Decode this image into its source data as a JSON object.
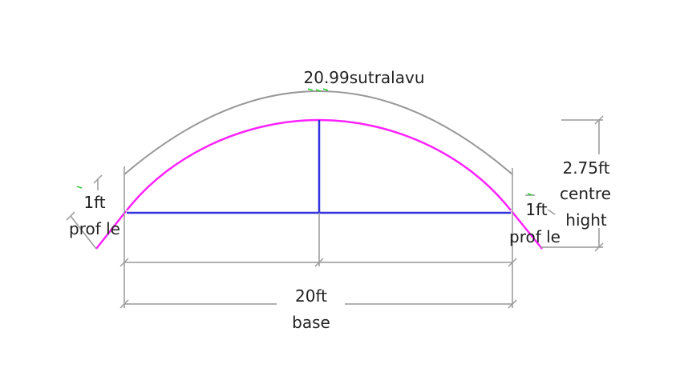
{
  "labels": {
    "arc_length": "20.99sutralavu",
    "left_profile_value": "1ft",
    "left_profile_word": "prof le",
    "right_profile_value": "1ft",
    "right_profile_word": "prof le",
    "height_value": "2.75ft",
    "height_word1": "centre",
    "height_word2": "hight",
    "base_value": "20ft",
    "base_word": "base"
  },
  "colors": {
    "arch": "#ff22ff",
    "base_line": "#3333dd",
    "center_post": "#3333dd",
    "dimension": "#999999",
    "text": "#222222",
    "marks": "#33cc33"
  }
}
